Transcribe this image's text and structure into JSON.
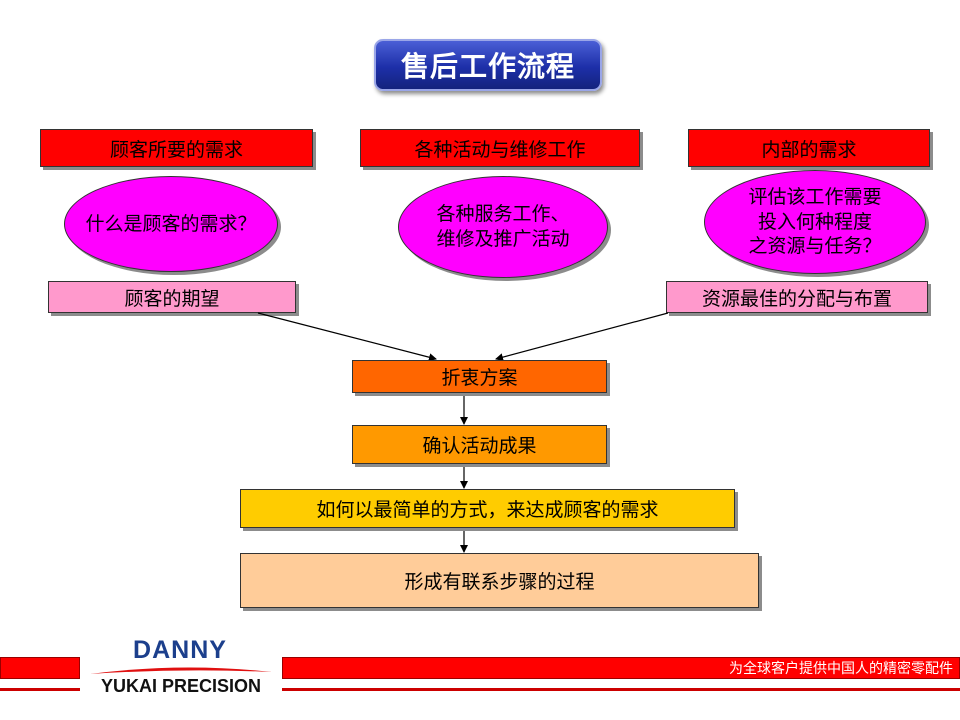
{
  "title": "售后工作流程",
  "columns": [
    {
      "header": "顾客所要的需求",
      "bubble_lines": [
        "什么是顾客的需求？"
      ],
      "result": "顾客的期望"
    },
    {
      "header": "各种活动与维修工作",
      "bubble_lines": [
        "各种服务工作、",
        "维修及推广活动"
      ]
    },
    {
      "header": "内部的需求",
      "bubble_lines": [
        "评估该工作需要",
        "投入何种程度",
        "之资源与任务？"
      ],
      "result": "资源最佳的分配与布置"
    }
  ],
  "flow": [
    "折衷方案",
    "确认活动成果",
    "如何以最简单的方式，来达成顾客的需求",
    "形成有联系步骤的过程"
  ],
  "footer": {
    "logo_top": "DANNY",
    "logo_bottom": "YUKAI PRECISION",
    "slogan": "为全球客户提供中国人的精密零配件"
  },
  "colors": {
    "title_bg": "#1d2fa8",
    "header_bg": "#ff0000",
    "bubble_bg": "#ff00ff",
    "result_bg": "#ff99cc",
    "flow_1": "#ff6600",
    "flow_2": "#ff9900",
    "flow_3": "#ffcc00",
    "flow_4": "#ffcc99",
    "footer_bar": "#ff0000",
    "logo_blue": "#1c3f8c"
  }
}
